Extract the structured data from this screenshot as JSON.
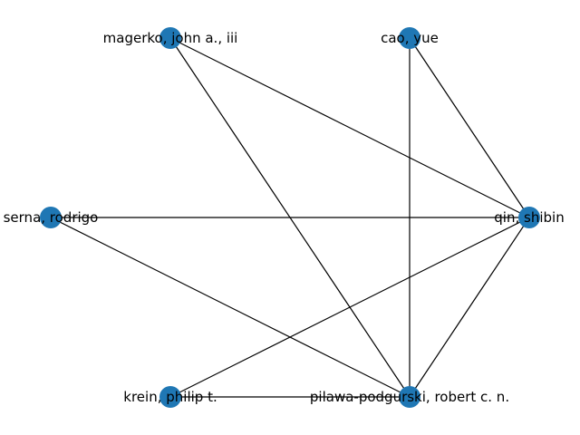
{
  "graph": {
    "node_color": "#1f77b4",
    "edge_color": "#000000",
    "nodes": [
      {
        "id": "magerko",
        "label": "magerko, john a., iii"
      },
      {
        "id": "cao",
        "label": "cao, yue"
      },
      {
        "id": "serna",
        "label": "serna, rodrigo"
      },
      {
        "id": "qin",
        "label": "qin, shibin"
      },
      {
        "id": "krein",
        "label": "krein, philip t."
      },
      {
        "id": "pilawa",
        "label": "pilawa-podgurski, robert c. n."
      }
    ],
    "edges": [
      [
        "magerko",
        "qin"
      ],
      [
        "magerko",
        "pilawa"
      ],
      [
        "cao",
        "qin"
      ],
      [
        "cao",
        "pilawa"
      ],
      [
        "serna",
        "qin"
      ],
      [
        "serna",
        "pilawa"
      ],
      [
        "qin",
        "krein"
      ],
      [
        "qin",
        "pilawa"
      ],
      [
        "krein",
        "pilawa"
      ]
    ]
  }
}
